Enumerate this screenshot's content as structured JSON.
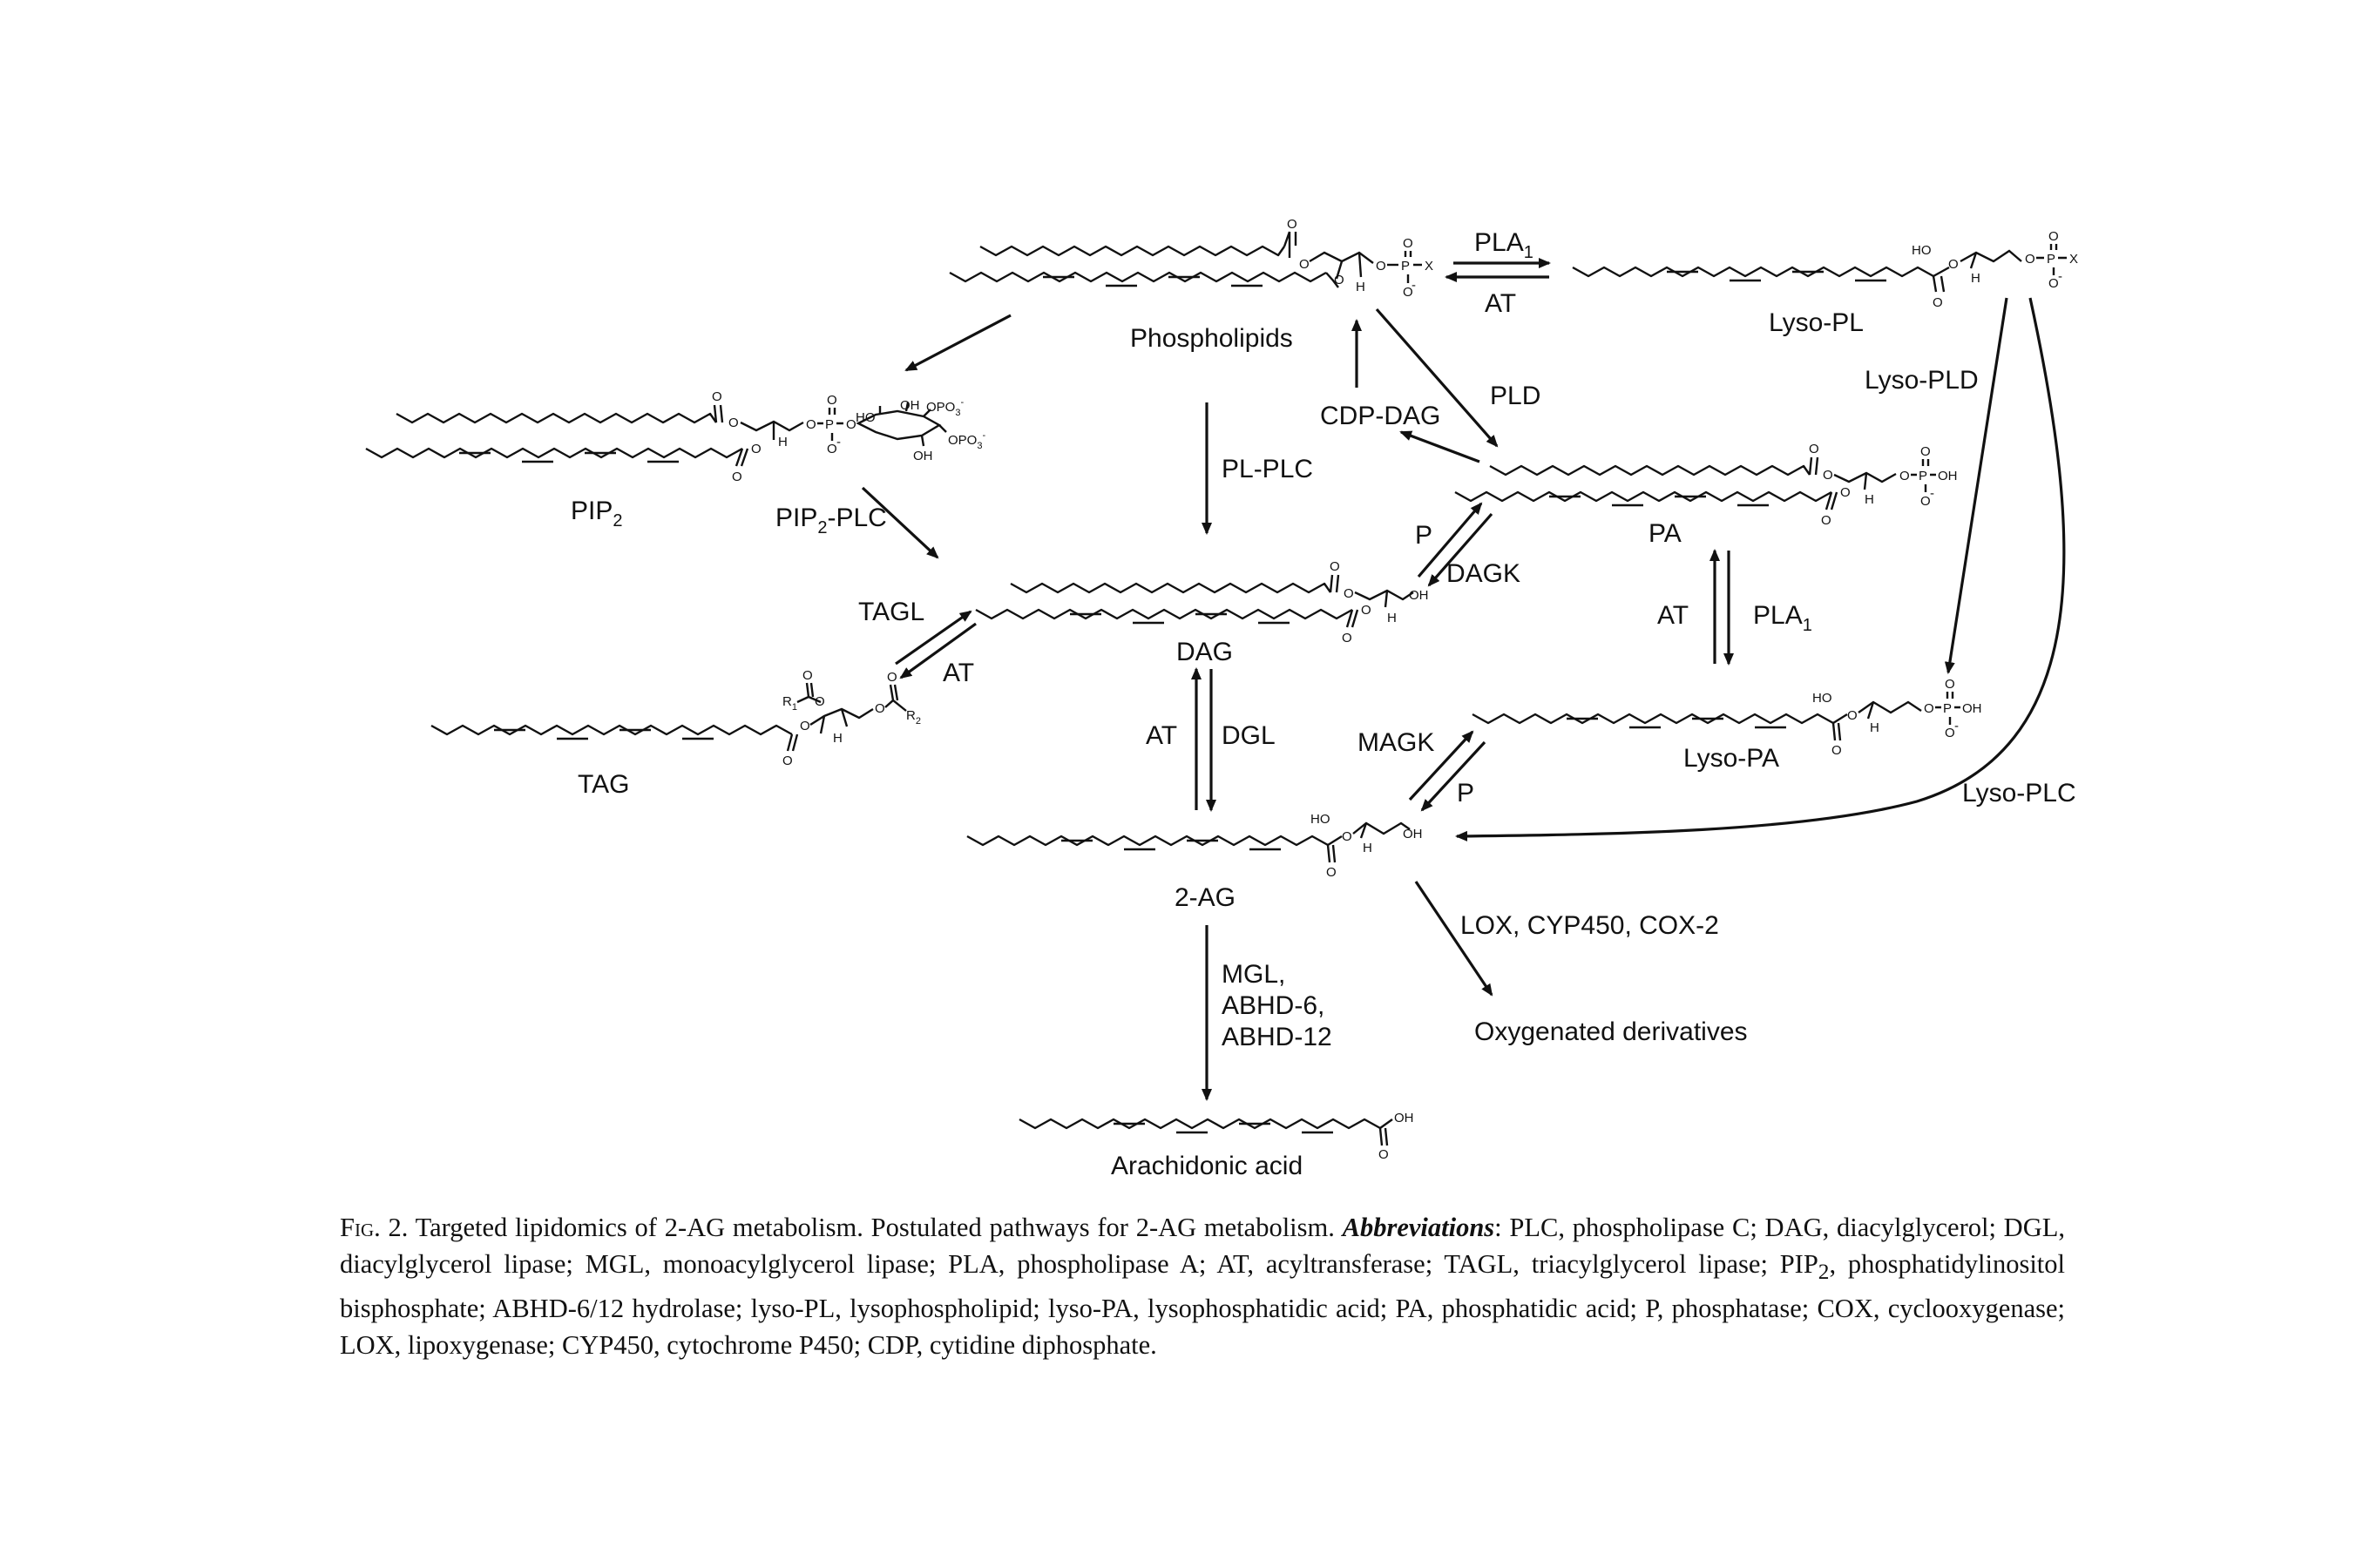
{
  "molecules": {
    "phospholipids": "Phospholipids",
    "lyso_pl": "Lyso-PL",
    "pip2": "PIP",
    "pip2_sub": "2",
    "pa": "PA",
    "dag": "DAG",
    "tag": "TAG",
    "lyso_pa": "Lyso-PA",
    "two_ag": "2-AG",
    "arachidonic_acid": "Arachidonic acid",
    "oxygenated": "Oxygenated derivatives"
  },
  "enzymes": {
    "pla1_top": "PLA",
    "pla1_top_sub": "1",
    "at_top": "AT",
    "pld": "PLD",
    "lyso_pld": "Lyso-PLD",
    "cdp_dag": "CDP-DAG",
    "pl_plc": "PL-PLC",
    "pip2_plc": "PIP",
    "pip2_plc_sub": "2",
    "pip2_plc_tail": "-PLC",
    "p_dagk": "P",
    "dagk": "DAGK",
    "at_mid": "AT",
    "pla1_mid": "PLA",
    "pla1_mid_sub": "1",
    "tagl": "TAGL",
    "at_tag": "AT",
    "at_dgl": "AT",
    "dgl": "DGL",
    "magk": "MAGK",
    "p_magk": "P",
    "lyso_plc": "Lyso-PLC",
    "mgl_line1": "MGL,",
    "mgl_line2": "ABHD-6,",
    "mgl_line3": "ABHD-12",
    "lox": "LOX, CYP450, COX-2"
  },
  "atoms": {
    "O": "O",
    "H": "H",
    "OH": "OH",
    "HO": "HO",
    "P": "P",
    "X": "X",
    "minus": "-",
    "R1": "R",
    "R1_sub": "1",
    "R2": "R",
    "R2_sub": "2",
    "OPO3": "OPO",
    "OPO3_sub": "3",
    "OPO3_sup": "-"
  },
  "caption": {
    "fig_label": "Fig. 2.",
    "title": "Targeted lipidomics of 2-AG metabolism. Postulated pathways for 2-AG metabolism.",
    "abbr_head": "Abbreviations",
    "abbr_text_a": ": PLC, phospholipase C; DAG, diacylglycerol; DGL, diacylglycerol lipase; MGL, monoacylglycerol lipase; PLA, phospholipase A; AT, acyltransferase; TAGL, triacylglycerol lipase; PIP",
    "abbr_sub": "2",
    "abbr_text_b": ", phosphatidylinositol bisphosphate; ABHD-6/12 hydrolase; lyso-PL, lysophospholipid; lyso-PA, lysophosphatidic acid; PA, phosphatidic acid; P, phosphatase; COX, cyclooxygenase; LOX, lipoxygenase; CYP450, cytochrome P450; CDP, cytidine diphosphate."
  }
}
